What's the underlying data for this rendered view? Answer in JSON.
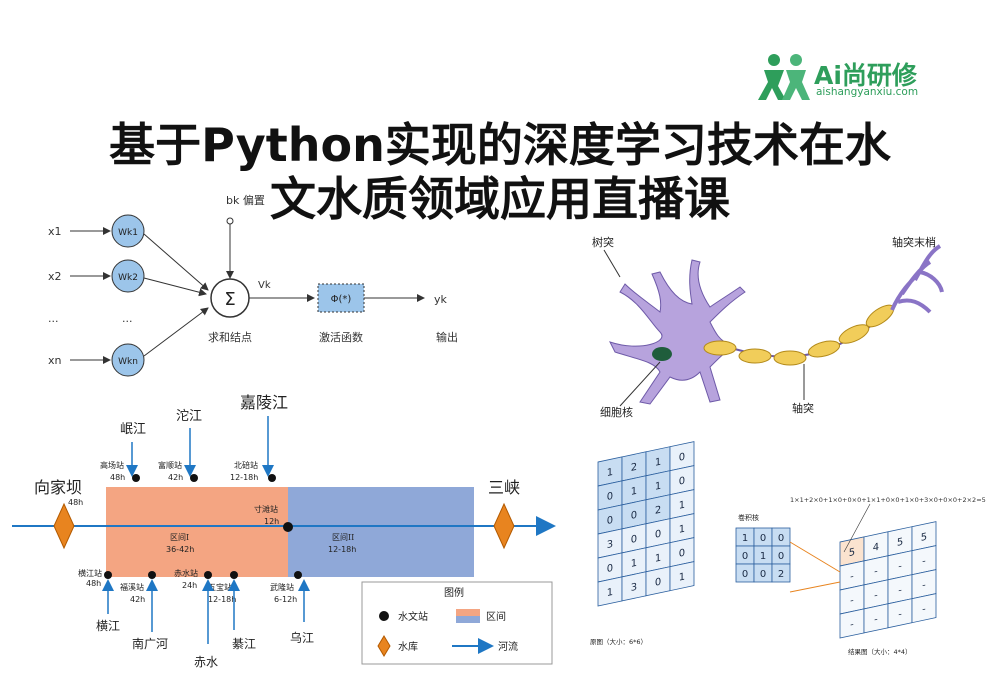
{
  "title": {
    "line1": "基于Python实现的深度学习技术在水",
    "line2": "文水质领域应用直播课"
  },
  "logo": {
    "name": "Ai尚研修",
    "domain": "aishangyanxiu.com",
    "color": "#2e9e5b"
  },
  "perceptron": {
    "inputs": [
      "x1",
      "x2",
      "...",
      "xn"
    ],
    "weights": [
      "Wk1",
      "Wk2",
      "...",
      "Wkn"
    ],
    "bias": "bk 偏置",
    "sum_symbol": "Σ",
    "sum_label": "求和结点",
    "vk": "Vk",
    "activation": "Φ(*)",
    "activation_label": "激活函数",
    "output": "yk",
    "output_label": "输出"
  },
  "neuron": {
    "dendrite": "树突",
    "axon_terminal": "轴突末梢",
    "nucleus": "细胞核",
    "axon": "轴突"
  },
  "river": {
    "left_end": "向家坝",
    "left_end_time": "48h",
    "right_end": "三峡",
    "rivers_top": [
      "岷江",
      "沱江",
      "嘉陵江"
    ],
    "stations_top": [
      {
        "name": "高场站",
        "time": "48h"
      },
      {
        "name": "富顺站",
        "time": "42h"
      },
      {
        "name": "北碚站",
        "time": "12-18h"
      }
    ],
    "center_station": {
      "name": "寸滩站",
      "time": "12h"
    },
    "zone1": {
      "label": "区间I",
      "time": "36-42h",
      "color": "#f4a582"
    },
    "zone2": {
      "label": "区间II",
      "time": "12-18h",
      "color": "#8fa8d8"
    },
    "stations_bottom": [
      {
        "name": "横江站",
        "time": "48h"
      },
      {
        "name": "福溪站",
        "time": "42h"
      },
      {
        "name": "赤水站",
        "time": "24h"
      },
      {
        "name": "五宝站",
        "time": "12-18h"
      },
      {
        "name": "武隆站",
        "time": "6-12h"
      }
    ],
    "rivers_bottom": [
      "横江",
      "南广河",
      "赤水",
      "綦江",
      "乌江"
    ],
    "legend": {
      "title": "图例",
      "station": "水文站",
      "zone": "区间",
      "reservoir": "水库",
      "river": "河流"
    }
  },
  "conv": {
    "input_grid": [
      [
        1,
        2,
        1,
        0
      ],
      [
        0,
        1,
        1,
        0
      ],
      [
        0,
        0,
        2,
        1
      ],
      [
        3,
        0,
        0,
        1
      ],
      [
        0,
        1,
        1,
        0
      ],
      [
        1,
        3,
        0,
        1
      ]
    ],
    "kernel_label": "卷积核",
    "kernel": [
      [
        1,
        0,
        0
      ],
      [
        0,
        1,
        0
      ],
      [
        0,
        0,
        2
      ]
    ],
    "formula": "1×1+2×0+1×0+0×0+1×1+0×0+1×0+3×0+0×0+2×2=5",
    "output_grid": [
      [
        5,
        4,
        5,
        5
      ]
    ],
    "input_caption": "原图（大小：6*6）",
    "output_caption": "结果图（大小：4*4）"
  }
}
